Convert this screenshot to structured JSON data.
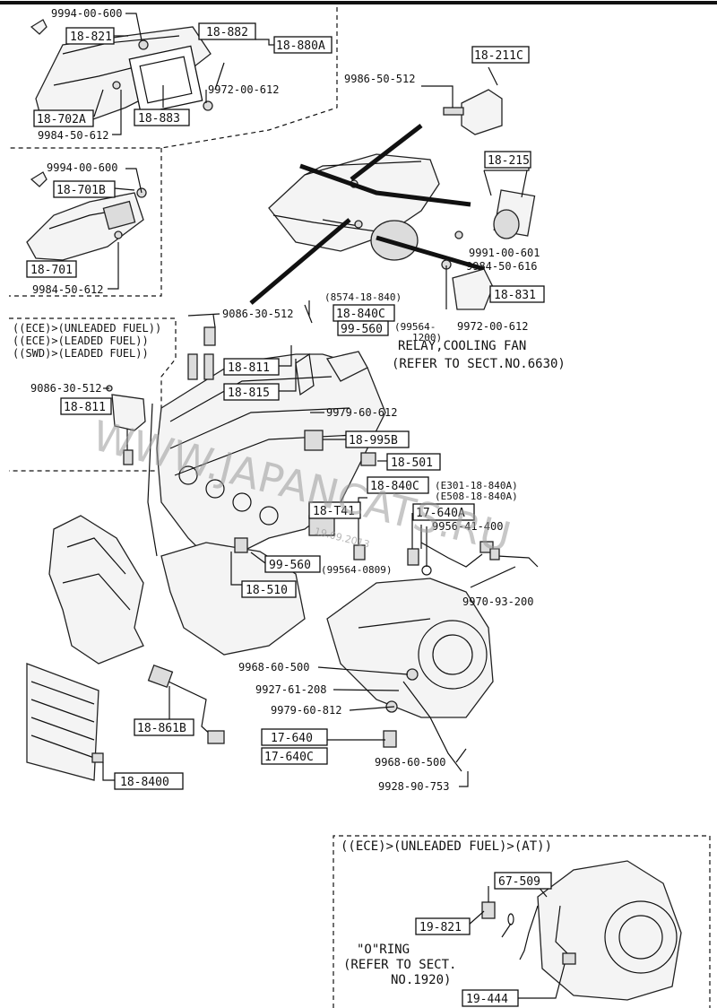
{
  "boxed_parts": [
    {
      "id": "b1",
      "text": "18-821"
    },
    {
      "id": "b2",
      "text": "18-882"
    },
    {
      "id": "b3",
      "text": "18-880A"
    },
    {
      "id": "b4",
      "text": "18-702A"
    },
    {
      "id": "b5",
      "text": "18-883"
    },
    {
      "id": "b6",
      "text": "18-211C"
    },
    {
      "id": "b7",
      "text": "18-215"
    },
    {
      "id": "b8",
      "text": "18-701B"
    },
    {
      "id": "b9",
      "text": "18-701"
    },
    {
      "id": "b10",
      "text": "18-831"
    },
    {
      "id": "b11",
      "text": "18-840C"
    },
    {
      "id": "b12",
      "text": "99-560"
    },
    {
      "id": "b13",
      "text": "18-811"
    },
    {
      "id": "b14",
      "text": "18-815"
    },
    {
      "id": "b15",
      "text": "18-811"
    },
    {
      "id": "b16",
      "text": "18-995B"
    },
    {
      "id": "b17",
      "text": "18-501"
    },
    {
      "id": "b18",
      "text": "18-840C"
    },
    {
      "id": "b19",
      "text": "18-T41"
    },
    {
      "id": "b20",
      "text": "17-640A"
    },
    {
      "id": "b21",
      "text": "99-560"
    },
    {
      "id": "b22",
      "text": "18-510"
    },
    {
      "id": "b23",
      "text": "18-861B"
    },
    {
      "id": "b24",
      "text": "17-640"
    },
    {
      "id": "b25",
      "text": "17-640C"
    },
    {
      "id": "b26",
      "text": "18-8400"
    },
    {
      "id": "b27",
      "text": "67-509"
    },
    {
      "id": "b28",
      "text": "19-821"
    },
    {
      "id": "b29",
      "text": "19-444"
    }
  ],
  "part_numbers": [
    {
      "id": "n1",
      "text": "9994-00-600"
    },
    {
      "id": "n2",
      "text": "9972-00-612"
    },
    {
      "id": "n3",
      "text": "9984-50-612"
    },
    {
      "id": "n4",
      "text": "9986-50-512"
    },
    {
      "id": "n5",
      "text": "9994-00-600"
    },
    {
      "id": "n6",
      "text": "9991-00-601"
    },
    {
      "id": "n7",
      "text": "9984-50-616"
    },
    {
      "id": "n8",
      "text": "9984-50-612"
    },
    {
      "id": "n9",
      "text": "9086-30-512"
    },
    {
      "id": "n10",
      "text": "(8574-18-840)"
    },
    {
      "id": "n11",
      "text": "(99564-"
    },
    {
      "id": "n12",
      "text": "9972-00-612"
    },
    {
      "id": "n13",
      "text": "1200)"
    },
    {
      "id": "n14",
      "text": "9086-30-512"
    },
    {
      "id": "n15",
      "text": "9979-60-612"
    },
    {
      "id": "n16",
      "text": "(E301-18-840A)"
    },
    {
      "id": "n17",
      "text": "(E508-18-840A)"
    },
    {
      "id": "n18",
      "text": "9956-41-400"
    },
    {
      "id": "n19",
      "text": "(99564-0809)"
    },
    {
      "id": "n20",
      "text": "9970-93-200"
    },
    {
      "id": "n21",
      "text": "9968-60-500"
    },
    {
      "id": "n22",
      "text": "9927-61-208"
    },
    {
      "id": "n23",
      "text": "9979-60-812"
    },
    {
      "id": "n24",
      "text": "9968-60-500"
    },
    {
      "id": "n25",
      "text": "9928-90-753"
    }
  ],
  "notes": {
    "fuel_1": "((ECE)>(UNLEADED FUEL))",
    "fuel_2": "((ECE)>(LEADED FUEL))",
    "fuel_3": "((SWD)>(LEADED FUEL))",
    "relay_1": "RELAY,COOLING FAN",
    "relay_2": "(REFER TO SECT.NO.6630)",
    "inset_title": "((ECE)>(UNLEADED FUEL)>(AT))",
    "oring_1": "\"O\"RING",
    "oring_2": "(REFER TO SECT.",
    "oring_3": "NO.1920)"
  },
  "watermark": {
    "text": "WWW.JAPANCATS.RU",
    "stamp": "19.09.2013"
  }
}
